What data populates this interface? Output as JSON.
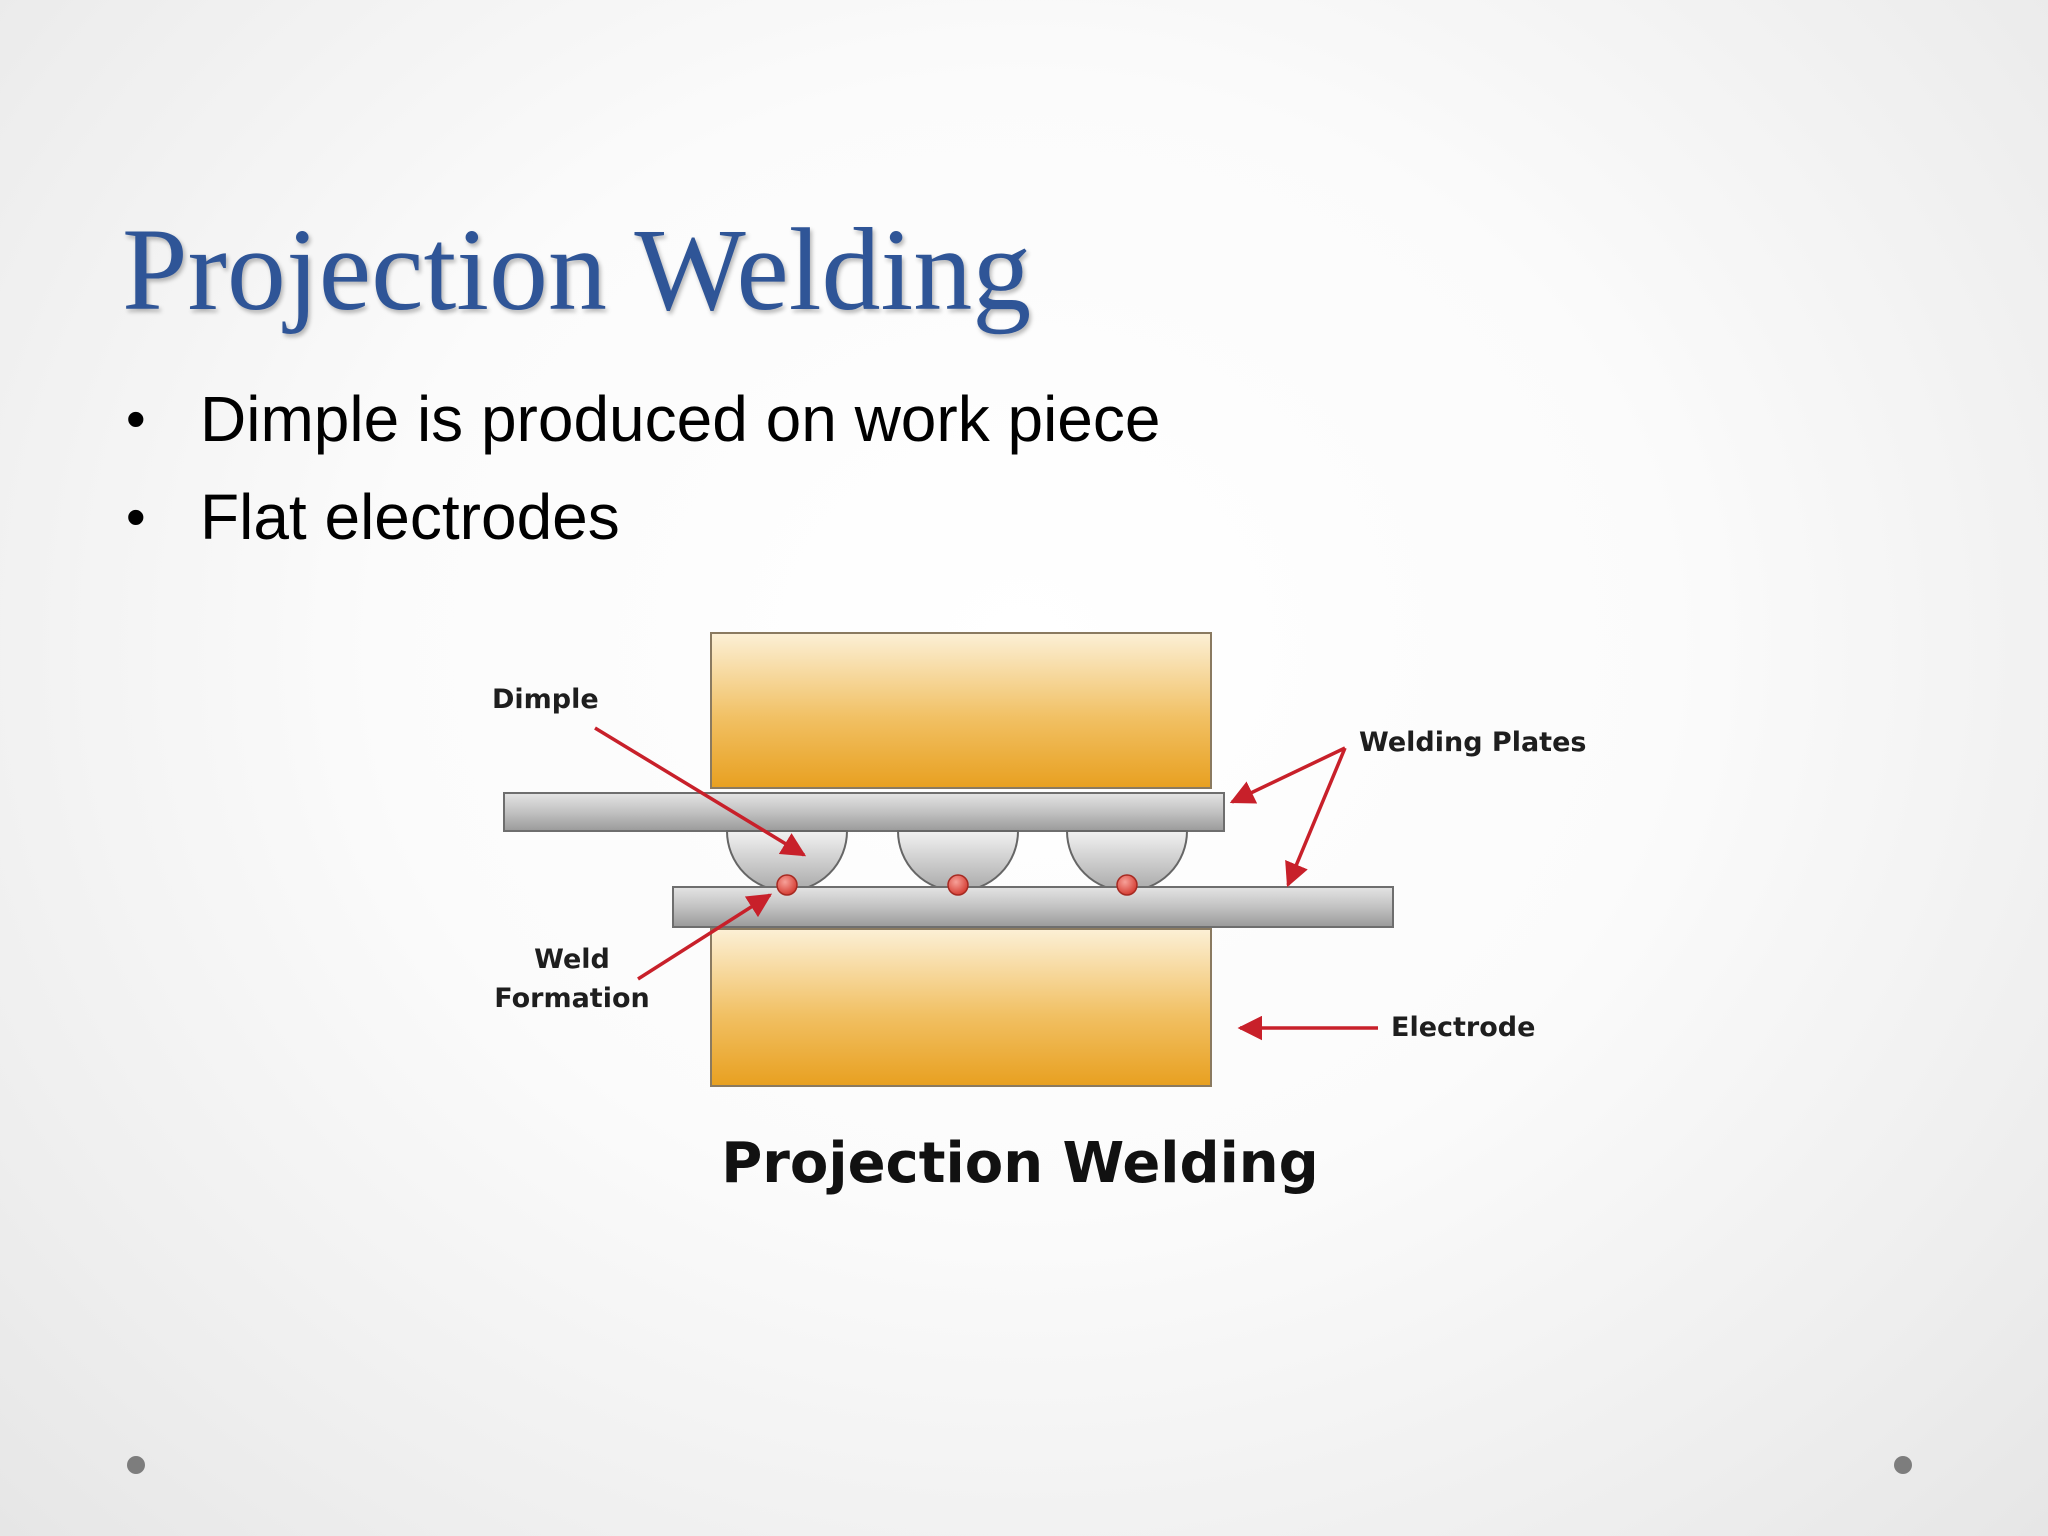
{
  "slide": {
    "title": "Projection Welding",
    "bullets": [
      "Dimple is produced on work piece",
      "Flat electrodes"
    ]
  },
  "diagram": {
    "labels": {
      "dimple": "Dimple",
      "welding_plates": "Welding Plates",
      "weld_line1": "Weld",
      "weld_line2": "Formation",
      "electrode": "Electrode"
    },
    "caption": "Projection Welding"
  },
  "colors": {
    "title": "#2f5597",
    "arrow": "#c8202a",
    "electrode_light": "#fbe9c6",
    "electrode_dark": "#e8a025",
    "plate": "#b8b8b8",
    "weld_point": "#e0463c"
  }
}
